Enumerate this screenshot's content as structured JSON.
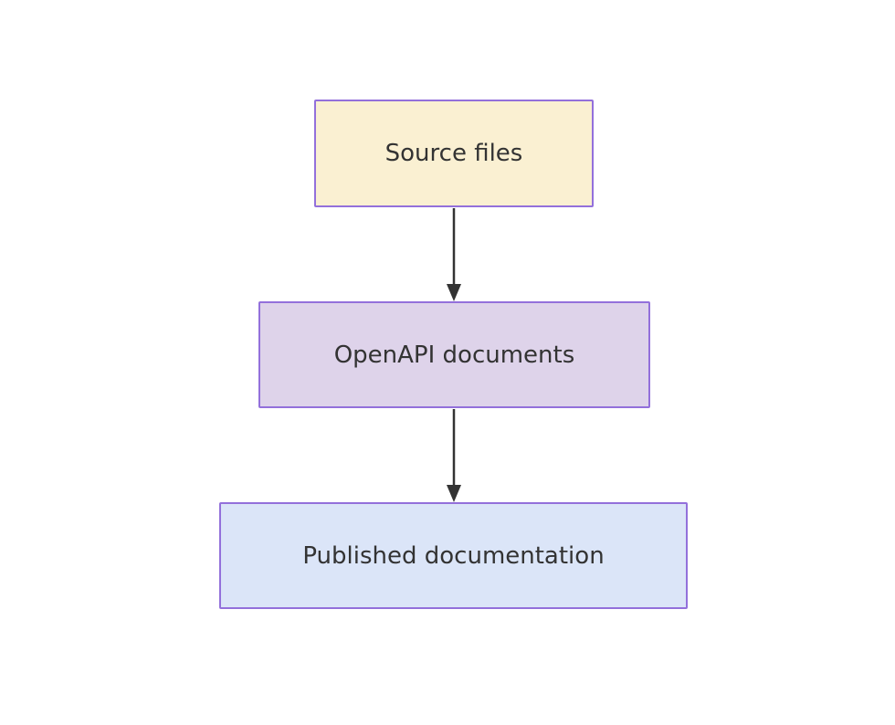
{
  "diagram": {
    "type": "flowchart",
    "direction": "top-down",
    "nodes": [
      {
        "id": "source-files",
        "label": "Source files",
        "fill": "#faf0d2",
        "border": "#9370db"
      },
      {
        "id": "openapi-documents",
        "label": "OpenAPI documents",
        "fill": "#ded3ea",
        "border": "#9370db"
      },
      {
        "id": "published-documentation",
        "label": "Published documentation",
        "fill": "#dbe5f8",
        "border": "#9370db"
      }
    ],
    "edges": [
      {
        "from": "source-files",
        "to": "openapi-documents",
        "style": "solid-arrow"
      },
      {
        "from": "openapi-documents",
        "to": "published-documentation",
        "style": "solid-arrow"
      }
    ]
  },
  "colors": {
    "canvas-bg": "#ffffff",
    "node-border": "#9370db",
    "node-source-fill": "#faf0d2",
    "node-openapi-fill": "#ded3ea",
    "node-published-fill": "#dbe5f8",
    "edge-stroke": "#333333",
    "text": "#333333"
  }
}
